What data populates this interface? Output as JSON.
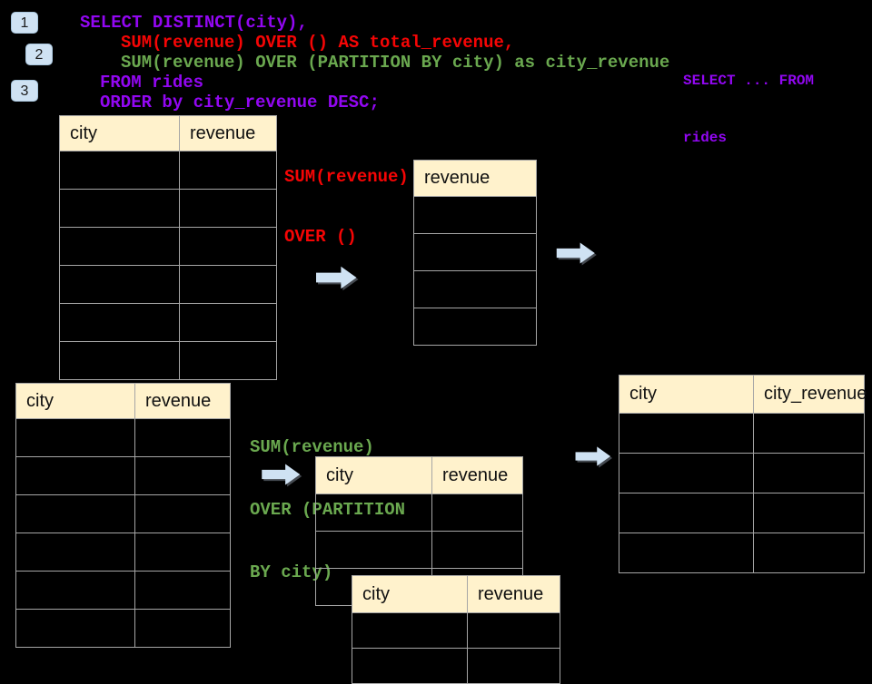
{
  "colors": {
    "bg": "#000000",
    "purple": "#9207f2",
    "red": "#f50505",
    "green": "#6aa84f",
    "cream": "#fff2cc",
    "table-border": "#a6a6a6",
    "arrow": "#cfe2f3",
    "badge-bg": "#cfe2f3",
    "badge-border": "#a9c6dd"
  },
  "badges": [
    {
      "label": "1"
    },
    {
      "label": "2"
    },
    {
      "label": "3"
    }
  ],
  "sql": {
    "lines": [
      {
        "text": "SELECT DISTINCT(city),",
        "color": "#9207f2"
      },
      {
        "text": "SUM(revenue) OVER () AS total_revenue,",
        "color": "#f50505"
      },
      {
        "text": "SUM(revenue) OVER (PARTITION BY city) as city_revenue",
        "color": "#6aa84f"
      },
      {
        "text": "FROM rides",
        "color": "#9207f2"
      },
      {
        "text": "ORDER by city_revenue DESC;",
        "color": "#9207f2"
      }
    ]
  },
  "side_note": {
    "line1": "SELECT ... FROM",
    "line2": "rides",
    "color": "#9207f2"
  },
  "annotations": {
    "total": {
      "line1": "SUM(revenue)",
      "line2": "OVER ()",
      "color": "#f50505"
    },
    "partition": {
      "line1": "SUM(revenue)",
      "line2": "OVER (PARTITION",
      "line3": "BY city)",
      "color": "#6aa84f"
    }
  },
  "tables": {
    "source_top": {
      "headers": [
        "city",
        "revenue"
      ],
      "empty_rows": 6
    },
    "total_revenue": {
      "headers": [
        "revenue"
      ],
      "empty_rows": 4
    },
    "source_bottom": {
      "headers": [
        "city",
        "revenue"
      ],
      "empty_rows": 6
    },
    "partition_first": {
      "headers": [
        "city",
        "revenue"
      ],
      "empty_rows": 3
    },
    "partition_second": {
      "headers": [
        "city",
        "revenue"
      ],
      "empty_rows": 2
    },
    "result": {
      "headers": [
        "city",
        "city_revenue"
      ],
      "empty_rows": 4
    }
  }
}
